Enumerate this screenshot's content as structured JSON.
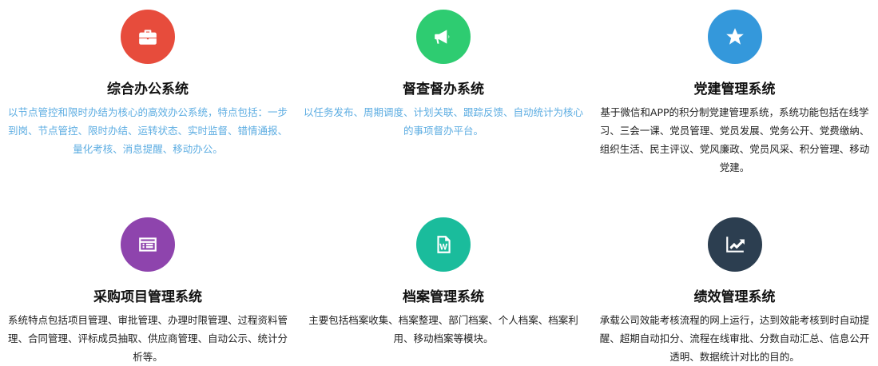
{
  "cards": [
    {
      "title": "综合办公系统",
      "icon": "briefcase-icon",
      "color": "#e74c3c",
      "highlight": true,
      "desc": "以节点管控和限时办结为核心的高效办公系统，特点包括：一步到岗、节点管控、限时办结、运转状态、实时监督、错情通报、量化考核、消息提醒、移动办公。"
    },
    {
      "title": "督查督办系统",
      "icon": "megaphone-icon",
      "color": "#2ecc71",
      "highlight": true,
      "desc": "以任务发布、周期调度、计划关联、跟踪反馈、自动统计为核心的事项督办平台。"
    },
    {
      "title": "党建管理系统",
      "icon": "star-icon",
      "color": "#3498db",
      "highlight": false,
      "desc": "基于微信和APP的积分制党建管理系统，系统功能包括在线学习、三会一课、党员管理、党员发展、党务公开、党费缴纳、组织生活、民主评议、党风廉政、党员风采、积分管理、移动党建。"
    },
    {
      "title": "采购项目管理系统",
      "icon": "list-icon",
      "color": "#8e44ad",
      "highlight": false,
      "desc": "系统特点包括项目管理、审批管理、办理时限管理、过程资料管理、合同管理、评标成员抽取、供应商管理、自动公示、统计分析等。"
    },
    {
      "title": "档案管理系统",
      "icon": "word-file-icon",
      "color": "#1abc9c",
      "highlight": false,
      "desc": "主要包括档案收集、档案整理、部门档案、个人档案、档案利用、移动档案等模块。"
    },
    {
      "title": "绩效管理系统",
      "icon": "line-chart-icon",
      "color": "#2c3e50",
      "highlight": false,
      "desc": "承载公司效能考核流程的网上运行，达到效能考核到时自动提醒、超期自动扣分、流程在线审批、分数自动汇总、信息公开透明、数据统计对比的目的。"
    }
  ]
}
